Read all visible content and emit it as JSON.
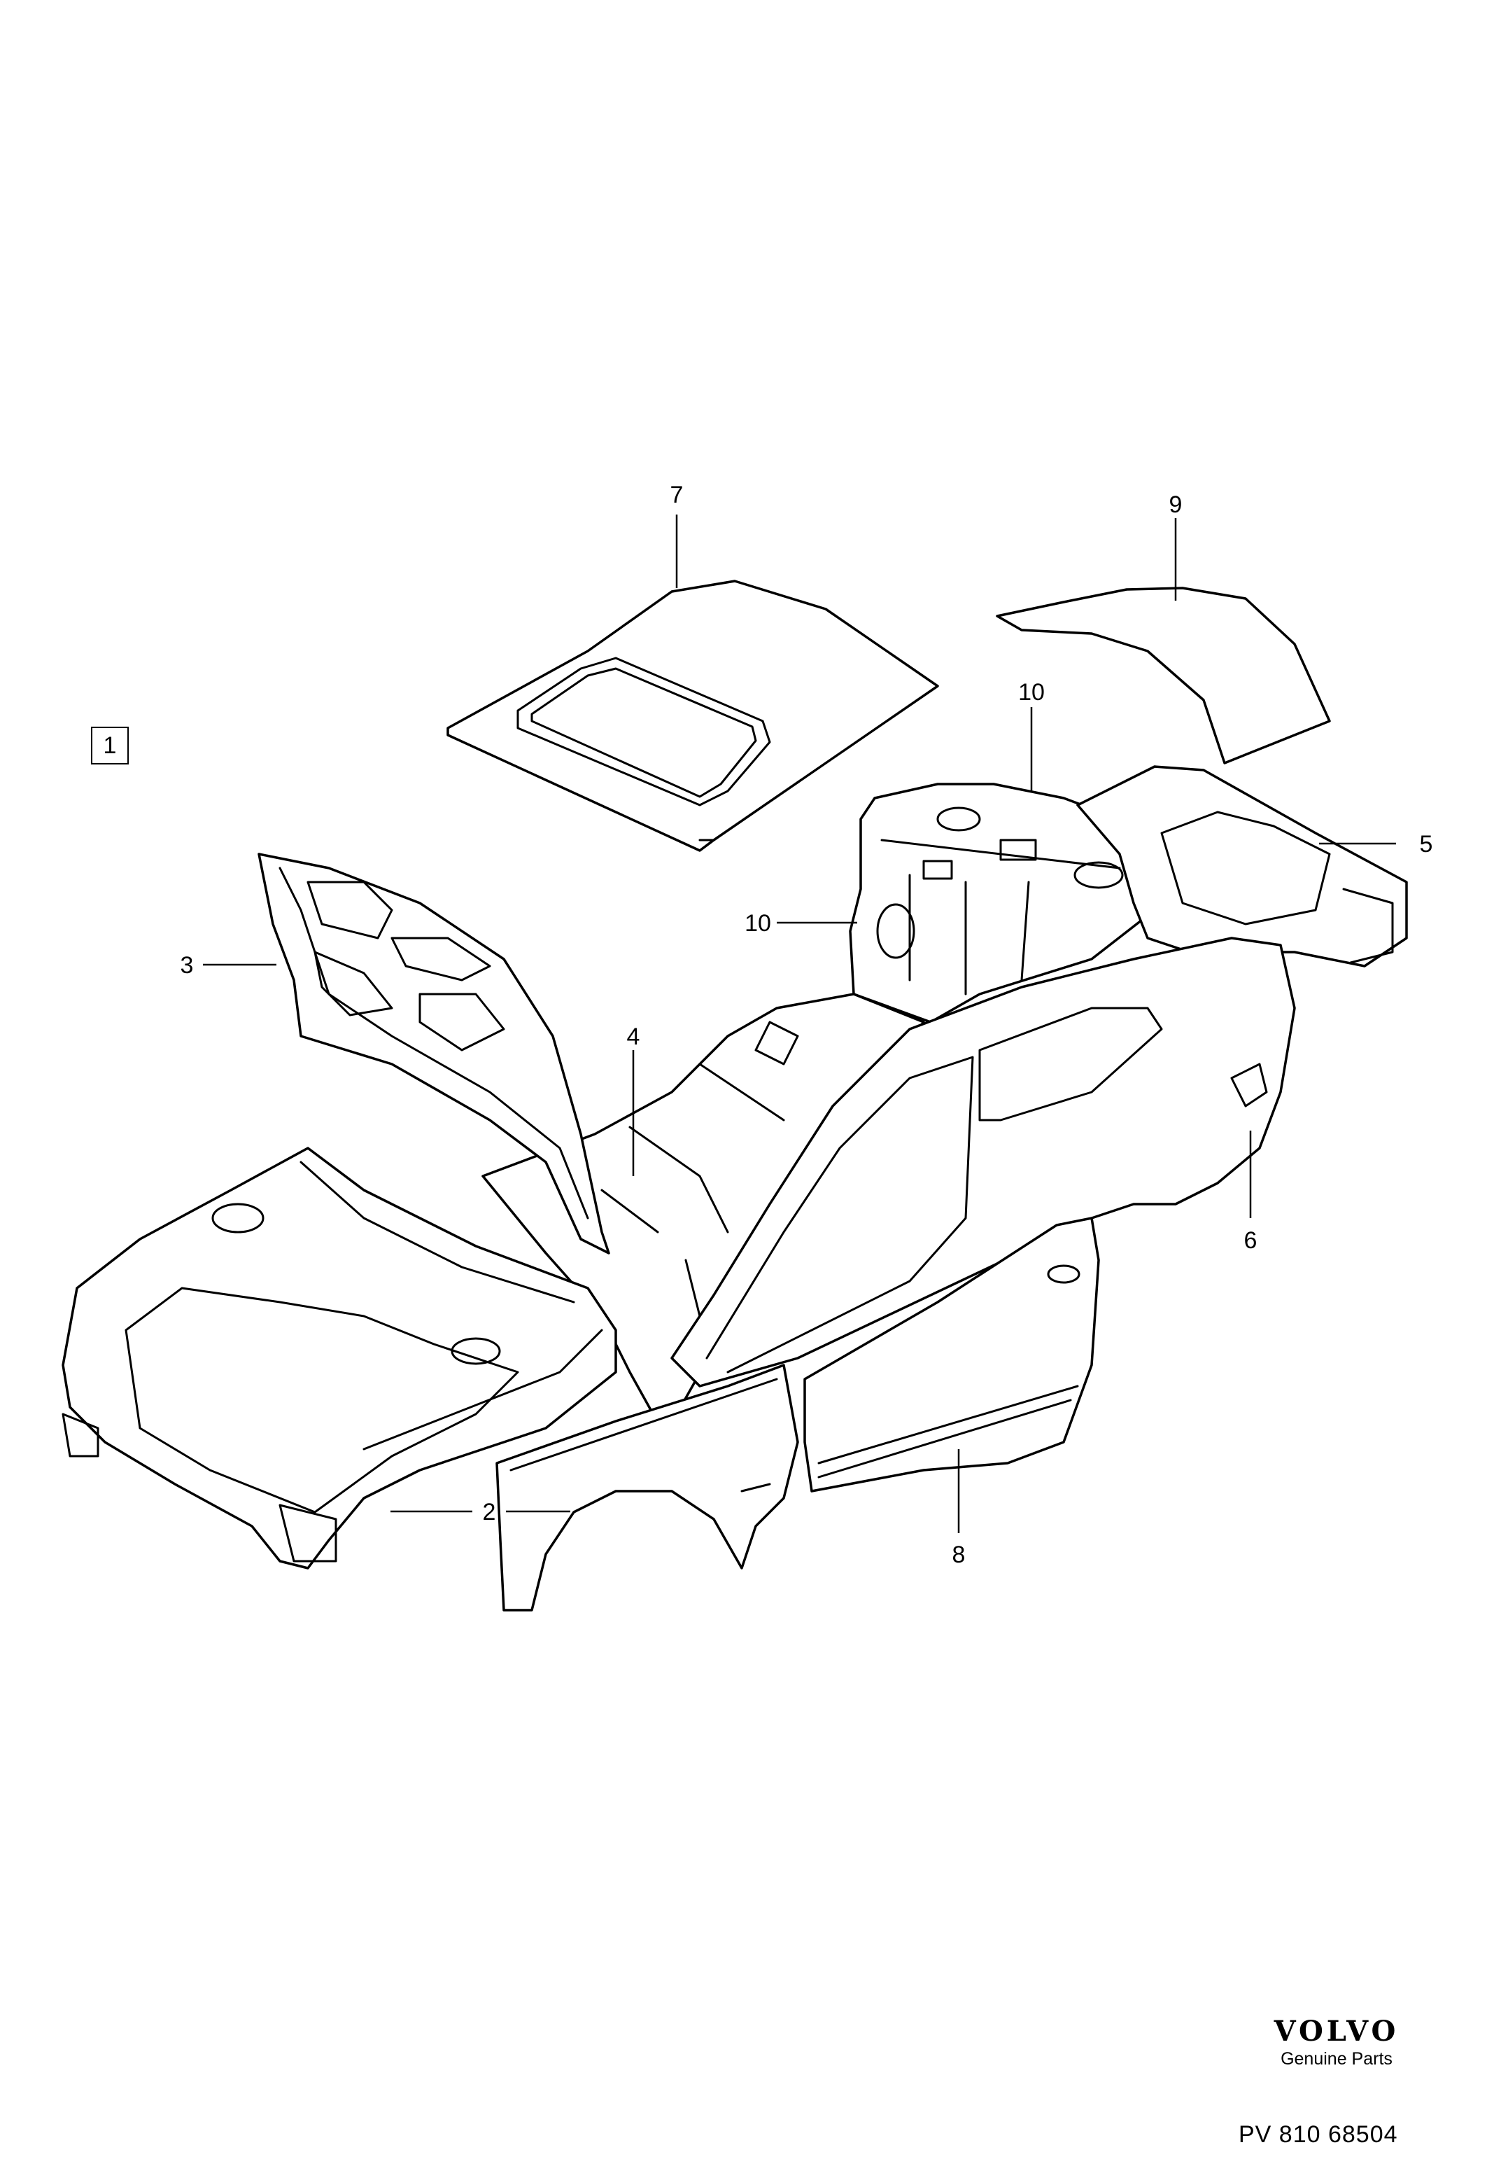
{
  "group_label": "1",
  "callouts": {
    "c2": "2",
    "c3": "3",
    "c4": "4",
    "c5": "5",
    "c6": "6",
    "c7": "7",
    "c8": "8",
    "c9": "9",
    "c10a": "10",
    "c10b": "10"
  },
  "brand": {
    "logo": "VOLVO",
    "subtitle": "Genuine Parts"
  },
  "document_number": "PV 810 68504"
}
